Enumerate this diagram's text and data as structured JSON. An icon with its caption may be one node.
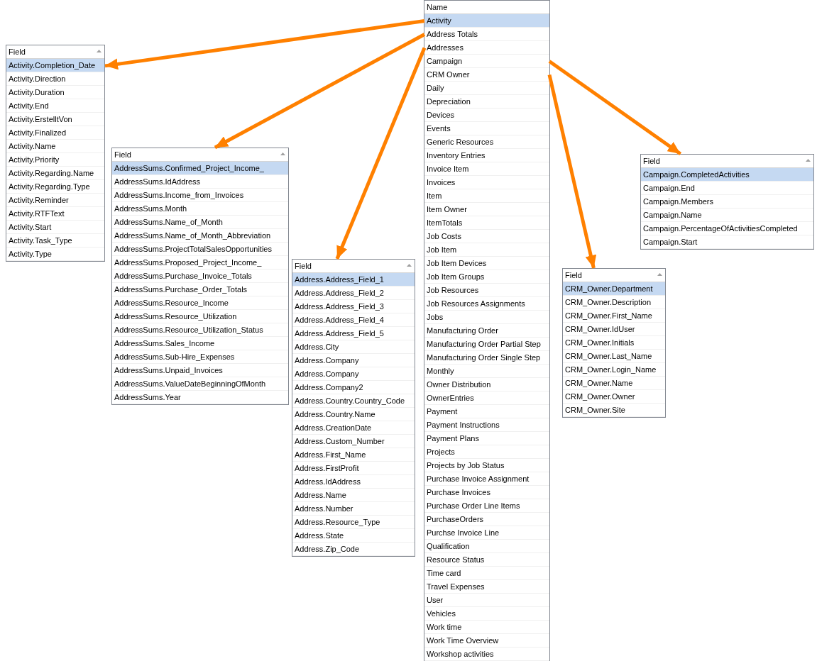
{
  "diagram": {
    "nodes": [
      {
        "text": [
          "Name"
        ]
      },
      {
        "text": [
          "Activity"
        ],
        "in": 0
      },
      {
        "text": [
          "Address Totals"
        ],
        "in": 0
      },
      {
        "text": [
          "Addresses"
        ],
        "in": 0
      },
      {
        "text": [
          "Campaign"
        ],
        "in": 0
      },
      {
        "text": [
          "CRM Owner"
        ],
        "in": 0
      },
      {
        "text": [
          "Daily"
        ],
        "in": 0
      },
      {
        "text": [
          "Depreciation"
        ],
        "in": 0
      },
      {
        "text": [
          "Devices"
        ],
        "in": 0
      },
      {
        "text": [
          "Events"
        ],
        "in": 0
      },
      {
        "text": [
          "Generic Resources"
        ],
        "in": 0
      },
      {
        "text": [
          "Inventory Entries"
        ],
        "in": 0
      },
      {
        "text": [
          "Invoice Item"
        ],
        "in": 0
      },
      {
        "text": [
          "Invoices"
        ],
        "in": 0
      },
      {
        "text": [
          "Item"
        ],
        "in": 0
      },
      {
        "text": [
          "Item Owner"
        ],
        "in": 0
      },
      {
        "text": [
          "ItemTotals"
        ],
        "in": 0
      },
      {
        "text": [
          "Job Costs"
        ],
        "in": 0
      },
      {
        "text": [
          "Job Item"
        ],
        "in": 0
      },
      {
        "text": [
          "Job Item Devices"
        ],
        "in": 0
      },
      {
        "text": [
          "Job Item Groups"
        ],
        "in": 0
      },
      {
        "text": [
          "Job Resources"
        ],
        "in": 0
      },
      {
        "text": [
          "Job Resources Assignments"
        ],
        "in": 0
      },
      {
        "text": [
          "Jobs"
        ],
        "in": 0
      },
      {
        "text": [
          "Manufacturing Order"
        ],
        "in": 0
      },
      {
        "text": [
          "Manufacturing Order Partial Step"
        ],
        "in": 0
      },
      {
        "text": [
          "Manufacturing Order Single Step"
        ],
        "in": 0
      },
      {
        "text": [
          "Monthly"
        ],
        "in": 0
      },
      {
        "text": [
          "Owner Distribution"
        ],
        "in": 0
      },
      {
        "text": [
          "OwnerEntries"
        ],
        "in": 0
      },
      {
        "text": [
          "Payment"
        ],
        "in": 0
      },
      {
        "text": [
          "Payment Instructions"
        ],
        "in": 0
      },
      {
        "text": [
          "Payment Plans"
        ],
        "in": 0
      },
      {
        "text": [
          "Projects"
        ],
        "in": 0
      },
      {
        "text": [
          "Projects by Job Status"
        ],
        "in": 0
      },
      {
        "text": [
          "Purchase Invoice Assignment"
        ],
        "in": 0
      },
      {
        "text": [
          "Purchase Invoices"
        ],
        "in": 0
      },
      {
        "text": [
          "Purchase Order Line Items"
        ],
        "in": 0
      },
      {
        "text": [
          "PurchaseOrders"
        ],
        "in": 0
      },
      {
        "text": [
          "Purchse Invoice Line"
        ],
        "in": 0
      },
      {
        "text": [
          "Qualification"
        ],
        "in": 0
      },
      {
        "text": [
          "Resource Status"
        ],
        "in": 0
      },
      {
        "text": [
          "Time card"
        ],
        "in": 0
      },
      {
        "text": [
          "Travel Expenses"
        ],
        "in": 0
      },
      {
        "text": [
          "User"
        ],
        "in": 0
      },
      {
        "text": [
          "Vehicles"
        ],
        "in": 0
      },
      {
        "text": [
          "Work time"
        ],
        "in": 0
      },
      {
        "text": [
          "Work Time Overview"
        ],
        "in": 0
      },
      {
        "text": [
          "Workshop activities"
        ],
        "in": 0
      },
      {
        "text": [
          "Field"
        ]
      },
      {
        "text": [
          "Activity.Completion_Date"
        ],
        "in": 49
      },
      {
        "text": [
          "Activity.Direction"
        ],
        "in": 49
      },
      {
        "text": [
          "Activity.Duration"
        ],
        "in": 49
      },
      {
        "text": [
          "Activity.End"
        ],
        "in": 49
      },
      {
        "text": [
          "Activity.ErstelltVon"
        ],
        "in": 49
      },
      {
        "text": [
          "Activity.Finalized"
        ],
        "in": 49
      },
      {
        "text": [
          "Activity.Name"
        ],
        "in": 49
      },
      {
        "text": [
          "Activity.Priority"
        ],
        "in": 49
      },
      {
        "text": [
          "Activity.Regarding.Name"
        ],
        "in": 49
      },
      {
        "text": [
          "Activity.Regarding.Type"
        ],
        "in": 49
      },
      {
        "text": [
          "Activity.Reminder"
        ],
        "in": 49
      },
      {
        "text": [
          "Activity.RTFText"
        ],
        "in": 49
      },
      {
        "text": [
          "Activity.Start"
        ],
        "in": 49
      },
      {
        "text": [
          "Activity.Task_Type"
        ],
        "in": 49
      },
      {
        "text": [
          "Activity.Type"
        ],
        "in": 49
      },
      {
        "text": [
          "Field"
        ]
      },
      {
        "text": [
          "AddressSums.Confirmed_Project_Income_"
        ],
        "in": 65
      },
      {
        "text": [
          "AddressSums.IdAddress"
        ],
        "in": 65
      },
      {
        "text": [
          "AddressSums.Income_from_Invoices"
        ],
        "in": 65
      },
      {
        "text": [
          "AddressSums.Month"
        ],
        "in": 65
      },
      {
        "text": [
          "AddressSums.Name_of_Month"
        ],
        "in": 65
      },
      {
        "text": [
          "AddressSums.Name_of_Month_Abbreviation"
        ],
        "in": 65
      },
      {
        "text": [
          "AddressSums.ProjectTotalSalesOpportunities"
        ],
        "in": 65
      },
      {
        "text": [
          "AddressSums.Proposed_Project_Income_"
        ],
        "in": 65
      },
      {
        "text": [
          "AddressSums.Purchase_Invoice_Totals"
        ],
        "in": 65
      },
      {
        "text": [
          "AddressSums.Purchase_Order_Totals"
        ],
        "in": 65
      },
      {
        "text": [
          "AddressSums.Resource_Income"
        ],
        "in": 65
      },
      {
        "text": [
          "AddressSums.Resource_Utilization"
        ],
        "in": 65
      },
      {
        "text": [
          "AddressSums.Resource_Utilization_Status"
        ],
        "in": 65
      },
      {
        "text": [
          "AddressSums.Sales_Income"
        ],
        "in": 65
      },
      {
        "text": [
          "AddressSums.Sub-Hire_Expenses"
        ],
        "in": 65
      },
      {
        "text": [
          "AddressSums.Unpaid_Invoices"
        ],
        "in": 65
      },
      {
        "text": [
          "AddressSums.ValueDateBeginningOfMonth"
        ],
        "in": 65
      },
      {
        "text": [
          "AddressSums.Year"
        ],
        "in": 65
      },
      {
        "text": [
          "Field"
        ]
      },
      {
        "text": [
          "Address.Address_Field_1"
        ],
        "in": 84
      },
      {
        "text": [
          "Address.Address_Field_2"
        ],
        "in": 84
      },
      {
        "text": [
          "Address.Address_Field_3"
        ],
        "in": 84
      },
      {
        "text": [
          "Address.Address_Field_4"
        ],
        "in": 84
      },
      {
        "text": [
          "Address.Address_Field_5"
        ],
        "in": 84
      },
      {
        "text": [
          "Address.City"
        ],
        "in": 84
      },
      {
        "text": [
          "Address.Company"
        ],
        "in": 84
      },
      {
        "text": [
          "Address.Company"
        ],
        "in": 84
      },
      {
        "text": [
          "Address.Company2"
        ],
        "in": 84
      },
      {
        "text": [
          "Address.Country.Country_Code"
        ],
        "in": 84
      },
      {
        "text": [
          "Address.Country.Name"
        ],
        "in": 84
      },
      {
        "text": [
          "Address.CreationDate"
        ],
        "in": 84
      },
      {
        "text": [
          "Address.Custom_Number"
        ],
        "in": 84
      },
      {
        "text": [
          "Address.First_Name"
        ],
        "in": 84
      },
      {
        "text": [
          "Address.FirstProfit"
        ],
        "in": 84
      },
      {
        "text": [
          "Address.IdAddress"
        ],
        "in": 84
      },
      {
        "text": [
          "Address.Name"
        ],
        "in": 84
      },
      {
        "text": [
          "Address.Number"
        ],
        "in": 84
      },
      {
        "text": [
          "Address.Resource_Type"
        ],
        "in": 84
      },
      {
        "text": [
          "Address.State"
        ],
        "in": 84
      },
      {
        "text": [
          "Address.Zip_Code"
        ],
        "in": 84
      },
      {
        "text": [
          "Field"
        ]
      },
      {
        "text": [
          "Campaign.CompletedActivities"
        ],
        "in": 106
      },
      {
        "text": [
          "Campaign.End"
        ],
        "in": 106
      },
      {
        "text": [
          "Campaign.Members"
        ],
        "in": 106
      },
      {
        "text": [
          "Campaign.Name"
        ],
        "in": 106
      },
      {
        "text": [
          "Campaign.PercentageOfActivitiesCompleted"
        ],
        "in": 106
      },
      {
        "text": [
          "Campaign.Start"
        ],
        "in": 106
      },
      {
        "text": [
          "Field"
        ]
      },
      {
        "text": [
          "CRM_Owner.Department"
        ],
        "in": 113
      },
      {
        "text": [
          "CRM_Owner.Description"
        ],
        "in": 113
      },
      {
        "text": [
          "CRM_Owner.First_Name"
        ],
        "in": 113
      },
      {
        "text": [
          "CRM_Owner.IdUser"
        ],
        "in": 113
      },
      {
        "text": [
          "CRM_Owner.Initials"
        ],
        "in": 113
      },
      {
        "text": [
          "CRM_Owner.Last_Name"
        ],
        "in": 113
      },
      {
        "text": [
          "CRM_Owner.Login_Name"
        ],
        "in": 113
      },
      {
        "text": [
          "CRM_Owner.Name"
        ],
        "in": 113
      },
      {
        "text": [
          "CRM_Owner.Owner"
        ],
        "in": 113
      },
      {
        "text": [
          "CRM_Owner.Site"
        ],
        "in": 113
      }
    ],
    "edges": [
      {
        "from": 1,
        "to": 49,
        "arrow": "to"
      },
      {
        "from": 2,
        "to": 65,
        "arrow": "to"
      },
      {
        "from": 3,
        "to": 84,
        "arrow": "to"
      },
      {
        "from": 4,
        "to": 106,
        "arrow": "to"
      },
      {
        "from": 5,
        "to": 113,
        "arrow": "to"
      }
    ]
  }
}
